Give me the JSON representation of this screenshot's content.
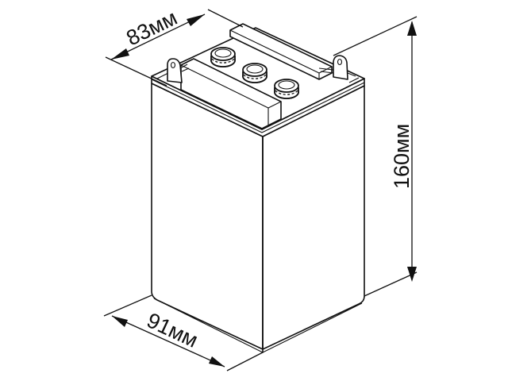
{
  "diagram": {
    "subject": "battery",
    "view": "isometric line drawing",
    "dimensions": {
      "depth": {
        "label": "83мм",
        "value": 83,
        "unit": "мм"
      },
      "height": {
        "label": "160мм",
        "value": 160,
        "unit": "мм"
      },
      "width": {
        "label": "91мм",
        "value": 91,
        "unit": "мм"
      }
    },
    "components": {
      "vent_caps": 3,
      "terminals": 2
    },
    "colors": {
      "line": "#111111",
      "background": "#ffffff"
    }
  }
}
